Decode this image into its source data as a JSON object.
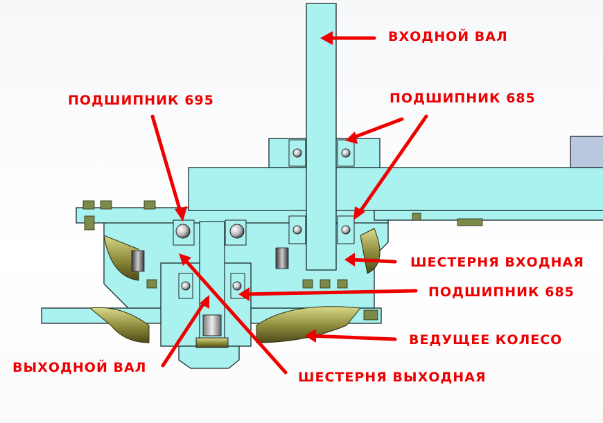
{
  "labels": {
    "input_shaft": "ВХОДНОЙ ВАЛ",
    "bearing_695": "ПОДШИПНИК 695",
    "bearing_685_top": "ПОДШИПНИК 685",
    "input_gear": "ШЕСТЕРНЯ ВХОДНАЯ",
    "bearing_685_low": "ПОДШИПНИК 685",
    "drive_wheel": "ВЕДУЩЕЕ КОЛЕСО",
    "output_shaft": "ВЫХОДНОЙ ВАЛ",
    "output_gear": "ШЕСТЕРНЯ ВЫХОДНАЯ"
  },
  "colors": {
    "part_fill": "#a9f2f0",
    "part_stroke": "#1a2a2a",
    "annotation": "#ee0000",
    "bearing_ball": "#d8d8d8",
    "gear_olive": "#8c8a3a",
    "bolt": "#7c8a4a"
  }
}
